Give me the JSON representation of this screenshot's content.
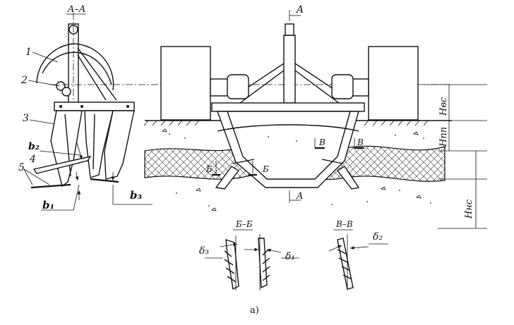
{
  "labels": {
    "section_aa": "A–A",
    "section_bb": "Б–Б",
    "section_vv": "В–В",
    "cut_a_top": "A",
    "cut_a_bottom": "A",
    "cut_b_left": "Б",
    "cut_b_right": "Б",
    "cut_v_left": "B",
    "cut_v_right": "B",
    "part_1": "1",
    "part_2": "2",
    "part_3": "3",
    "part_4": "4",
    "part_5": "5",
    "b1": "b₁",
    "b2": "b₂",
    "b3": "b₃",
    "delta1": "δ₁",
    "delta2": "δ₂",
    "delta3": "δ₃",
    "h_vs": "Нвс",
    "h_pp": "Нпп",
    "h_ns": "Ннс",
    "caption": "а)"
  }
}
